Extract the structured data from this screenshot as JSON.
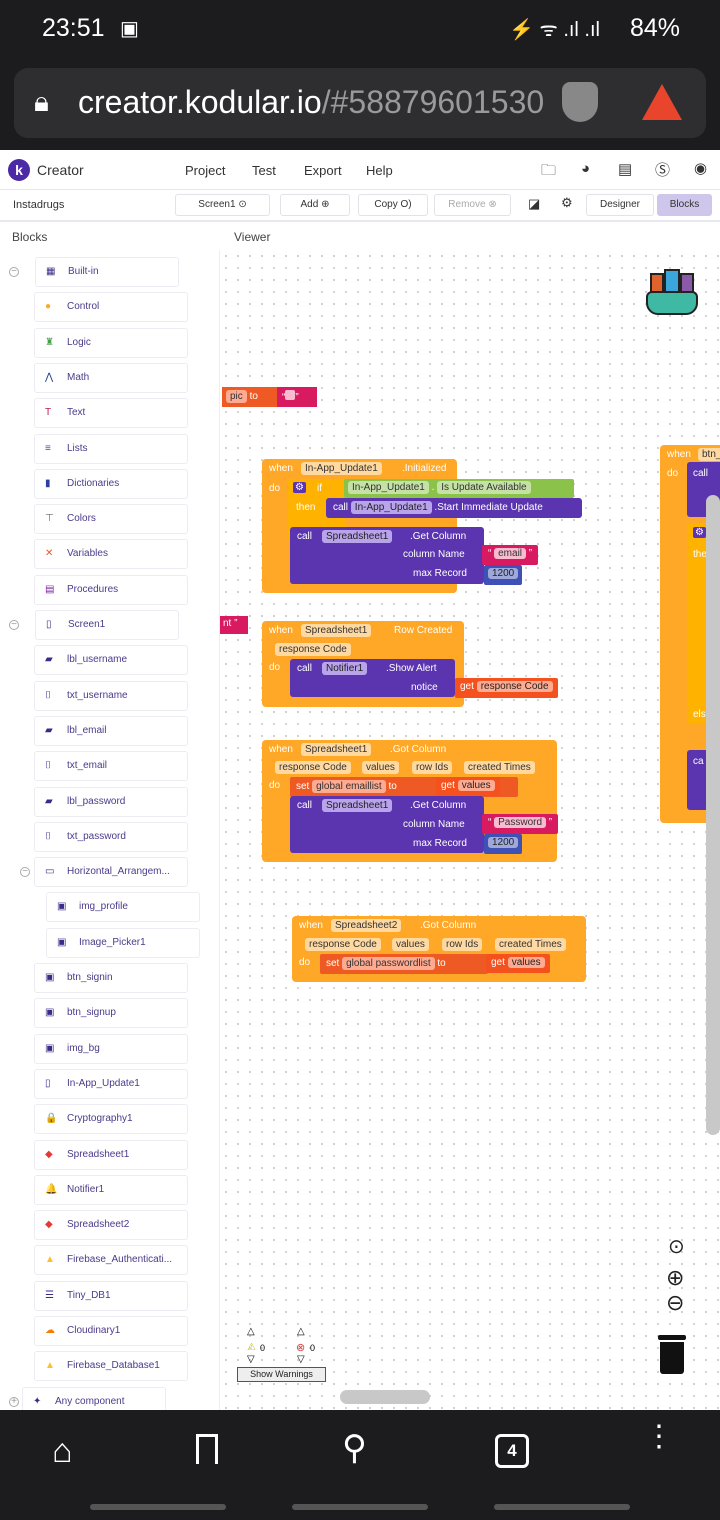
{
  "status": {
    "time": "23:51",
    "battery": "84%"
  },
  "browser": {
    "host": "creator.kodular.io",
    "fragment": "/#58879601530",
    "tab_count": "4"
  },
  "nav": {
    "brand": "Creator",
    "menu": [
      "Project",
      "Test",
      "Export",
      "Help"
    ]
  },
  "toolbar": {
    "project": "Instadrugs",
    "screen": "Screen1",
    "add": "Add",
    "copy": "Copy",
    "remove": "Remove",
    "designer": "Designer",
    "blocks": "Blocks"
  },
  "panels": {
    "blocks": "Blocks",
    "viewer": "Viewer"
  },
  "sidebar": [
    {
      "label": "Built-in",
      "icon": "▦",
      "level": 0,
      "toggle": "−"
    },
    {
      "label": "Control",
      "icon": "●",
      "level": 1,
      "color": "#ffa726"
    },
    {
      "label": "Logic",
      "icon": "♜",
      "level": 1,
      "color": "#43a047"
    },
    {
      "label": "Math",
      "icon": "⋀",
      "level": 1,
      "color": "#1e3a8a"
    },
    {
      "label": "Text",
      "icon": "T",
      "level": 1,
      "color": "#c2185b"
    },
    {
      "label": "Lists",
      "icon": "≡",
      "level": 1,
      "color": "#3949ab"
    },
    {
      "label": "Dictionaries",
      "icon": "▮",
      "level": 1,
      "color": "#303f9f"
    },
    {
      "label": "Colors",
      "icon": "⊤",
      "level": 1,
      "color": "#666"
    },
    {
      "label": "Variables",
      "icon": "✕",
      "level": 1,
      "color": "#f4511e"
    },
    {
      "label": "Procedures",
      "icon": "▤",
      "level": 1,
      "color": "#7b1fa2"
    },
    {
      "label": "Screen1",
      "icon": "▯",
      "level": 0,
      "toggle": "−"
    },
    {
      "label": "lbl_username",
      "icon": "▰",
      "level": 1
    },
    {
      "label": "txt_username",
      "icon": "⌷",
      "level": 1
    },
    {
      "label": "lbl_email",
      "icon": "▰",
      "level": 1
    },
    {
      "label": "txt_email",
      "icon": "⌷",
      "level": 1
    },
    {
      "label": "lbl_password",
      "icon": "▰",
      "level": 1
    },
    {
      "label": "txt_password",
      "icon": "⌷",
      "level": 1
    },
    {
      "label": "Horizontal_Arrangem...",
      "icon": "▭",
      "level": 1,
      "toggle": "−"
    },
    {
      "label": "img_profile",
      "icon": "▣",
      "level": 2
    },
    {
      "label": "Image_Picker1",
      "icon": "▣",
      "level": 2
    },
    {
      "label": "btn_signin",
      "icon": "▣",
      "level": 1
    },
    {
      "label": "btn_signup",
      "icon": "▣",
      "level": 1
    },
    {
      "label": "img_bg",
      "icon": "▣",
      "level": 1
    },
    {
      "label": "In-App_Update1",
      "icon": "▯",
      "level": 1
    },
    {
      "label": "Cryptography1",
      "icon": "🔒",
      "level": 1
    },
    {
      "label": "Spreadsheet1",
      "icon": "◆",
      "level": 1,
      "color": "#e53935"
    },
    {
      "label": "Notifier1",
      "icon": "🔔",
      "level": 1
    },
    {
      "label": "Spreadsheet2",
      "icon": "◆",
      "level": 1,
      "color": "#e53935"
    },
    {
      "label": "Firebase_Authenticati...",
      "icon": "▲",
      "level": 1,
      "color": "#fbc02d"
    },
    {
      "label": "Tiny_DB1",
      "icon": "☰",
      "level": 1
    },
    {
      "label": "Cloudinary1",
      "icon": "☁",
      "level": 1,
      "color": "#f57c00"
    },
    {
      "label": "Firebase_Database1",
      "icon": "▲",
      "level": 1,
      "color": "#fbc02d"
    },
    {
      "label": "Any component",
      "icon": "✦",
      "level": 0,
      "toggle": "+"
    }
  ],
  "blocks": {
    "set_pic": {
      "var": "pic",
      "to": "to",
      "value": " "
    },
    "partial_text": "nt",
    "b1": {
      "when": "when",
      "comp": "In-App_Update1",
      "event": ".Initialized",
      "do": "do",
      "if": "if",
      "cond_comp": "In-App_Update1",
      "cond_prop": "Is Update Available",
      "then": "then",
      "call": "call",
      "call_comp": "In-App_Update1",
      "call_method": ".Start Immediate Update",
      "call2_comp": "Spreadsheet1",
      "call2_method": ".Get Column",
      "col": "column Name",
      "col_val": "email",
      "max": "max Record",
      "max_val": "1200"
    },
    "b2": {
      "when": "when",
      "comp": "Spreadsheet1",
      "event": "Row Created",
      "param": "response Code",
      "do": "do",
      "call": "call",
      "call_comp": "Notifier1",
      "call_method": ".Show Alert",
      "notice": "notice",
      "get": "get",
      "get_val": "response Code"
    },
    "b3": {
      "when": "when",
      "comp": "Spreadsheet1",
      "event": ".Got Column",
      "params": [
        "response Code",
        "values",
        "row Ids",
        "created Times"
      ],
      "do": "do",
      "set": "set",
      "var": "global emaillist",
      "to": "to",
      "get": "get",
      "get_val": "values",
      "call": "call",
      "call_comp": "Spreadsheet1",
      "call_method": ".Get Column",
      "col": "column Name",
      "col_val": "Password",
      "max": "max Record",
      "max_val": "1200"
    },
    "b4": {
      "when": "when",
      "comp": "Spreadsheet2",
      "event": ".Got Column",
      "params": [
        "response Code",
        "values",
        "row Ids",
        "created Times"
      ],
      "do": "do",
      "set": "set",
      "var": "global passwordlist",
      "to": "to",
      "get": "get",
      "get_val": "values"
    },
    "b5": {
      "when": "when",
      "comp": "btn_",
      "do": "do",
      "call": "call",
      "then": "the",
      "else": "els",
      "call2": "ca"
    }
  },
  "warnings": {
    "warn_count": "0",
    "error_count": "0",
    "button": "Show Warnings"
  }
}
